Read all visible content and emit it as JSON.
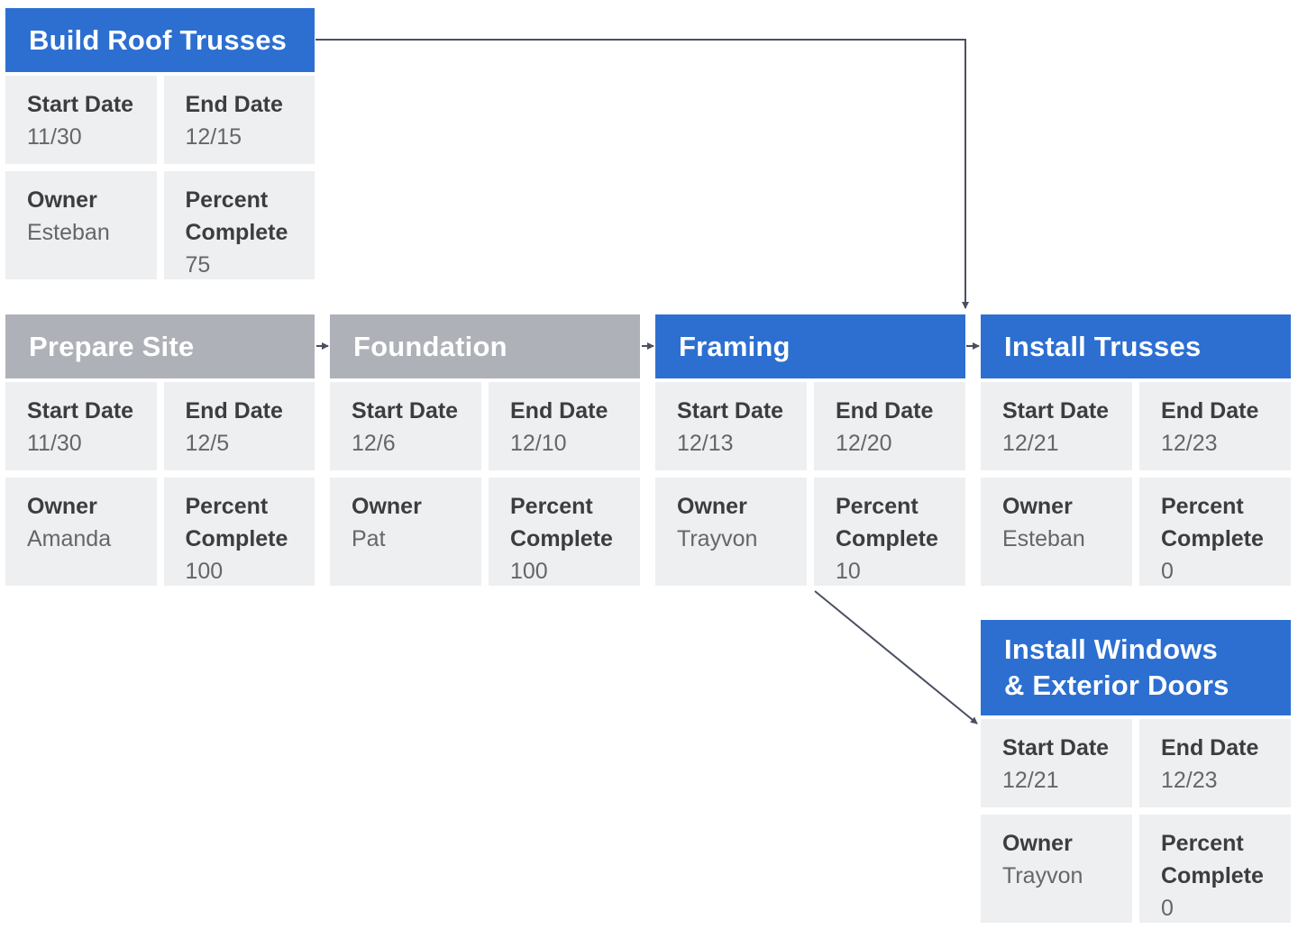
{
  "labels": {
    "start": "Start Date",
    "end": "End Date",
    "owner": "Owner",
    "percent_line1": "Percent",
    "percent_line2": "Complete"
  },
  "colors": {
    "active_header": "#2c6fd1",
    "inactive_header": "#aeb1b7",
    "cell_background": "#eeeff1",
    "connector": "#4a5060"
  },
  "tasks": {
    "build_roof_trusses": {
      "title": "Build Roof Trusses",
      "start": "11/30",
      "end": "12/15",
      "owner": "Esteban",
      "percent": "75"
    },
    "prepare_site": {
      "title": "Prepare Site",
      "start": "11/30",
      "end": "12/5",
      "owner": "Amanda",
      "percent": "100"
    },
    "foundation": {
      "title": "Foundation",
      "start": "12/6",
      "end": "12/10",
      "owner": "Pat",
      "percent": "100"
    },
    "framing": {
      "title": "Framing",
      "start": "12/13",
      "end": "12/20",
      "owner": "Trayvon",
      "percent": "10"
    },
    "install_trusses": {
      "title": "Install Trusses",
      "start": "12/21",
      "end": "12/23",
      "owner": "Esteban",
      "percent": "0"
    },
    "install_windows": {
      "title_line1": "Install Windows",
      "title_line2": "& Exterior Doors",
      "start": "12/21",
      "end": "12/23",
      "owner": "Trayvon",
      "percent": "0"
    }
  },
  "connections": [
    [
      "build_roof_trusses",
      "install_trusses"
    ],
    [
      "prepare_site",
      "foundation"
    ],
    [
      "foundation",
      "framing"
    ],
    [
      "framing",
      "install_trusses"
    ],
    [
      "framing",
      "install_windows"
    ]
  ]
}
